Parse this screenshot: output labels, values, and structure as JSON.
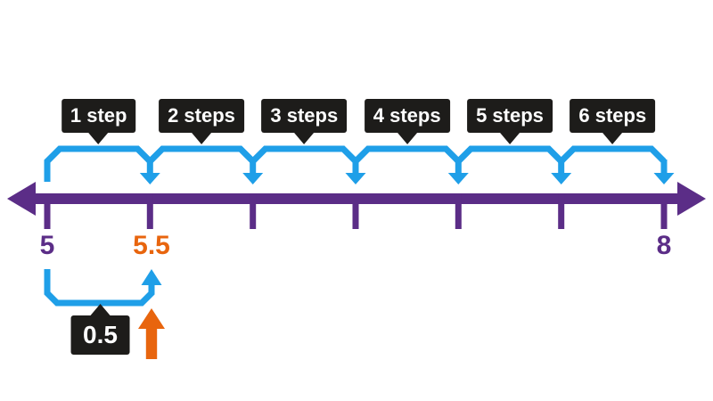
{
  "colors": {
    "purple": "#5b2d87",
    "blue": "#1f9fe8",
    "orange": "#e8650e",
    "callout_bg": "#1d1c1a",
    "callout_text": "#ffffff",
    "background": "#ffffff"
  },
  "step_callouts": [
    "1 step",
    "2 steps",
    "3 steps",
    "4 steps",
    "5 steps",
    "6 steps"
  ],
  "number_line": {
    "start_label": "5",
    "highlight_label": "5.5",
    "end_label": "8",
    "tick_count": 7
  },
  "step_size_label": "0.5"
}
